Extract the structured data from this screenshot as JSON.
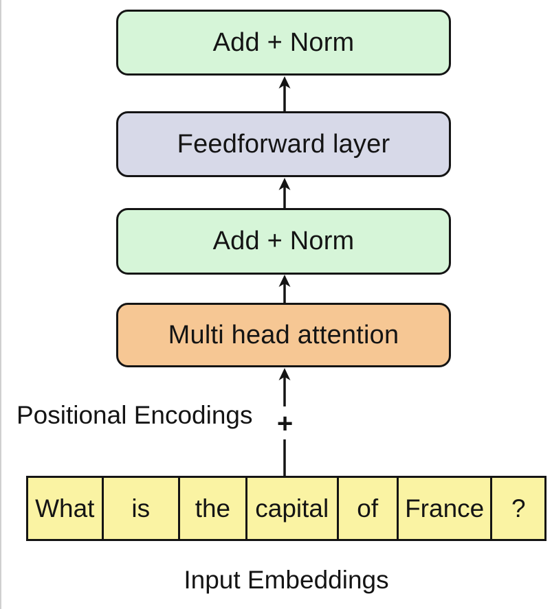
{
  "diagram": {
    "blocks": [
      {
        "id": "add-norm-top",
        "label": "Add + Norm",
        "color": "#d6f5d8"
      },
      {
        "id": "feedforward",
        "label": "Feedforward layer",
        "color": "#d7d9e8"
      },
      {
        "id": "add-norm-bottom",
        "label": "Add + Norm",
        "color": "#d6f5d8"
      },
      {
        "id": "multi-head-attention",
        "label": "Multi head attention",
        "color": "#f6c794"
      }
    ],
    "positional_label": "Positional Encodings",
    "plus_label": "+",
    "tokens": [
      "What",
      "is",
      "the",
      "capital",
      "of",
      "France",
      "?"
    ],
    "tokens_caption": "Input Embeddings",
    "colors": {
      "token_fill": "#faf3a3",
      "outline": "#141414",
      "background": "#ffffff"
    }
  }
}
